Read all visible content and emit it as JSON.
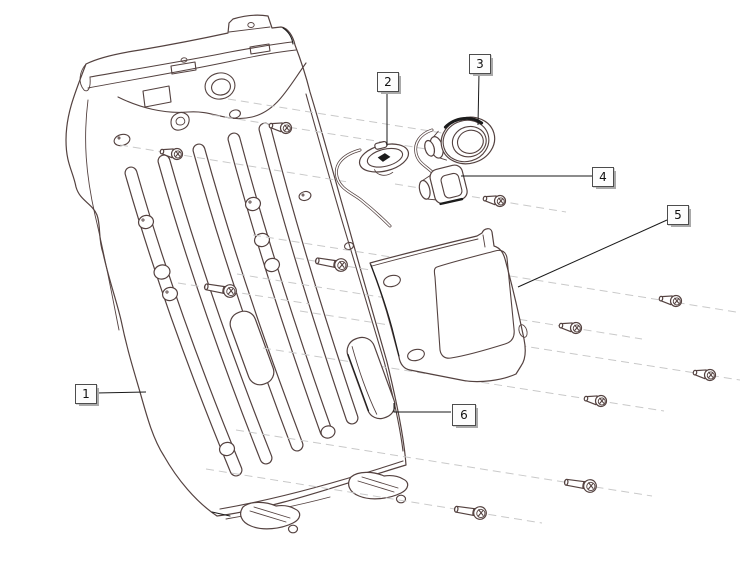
{
  "callouts": [
    {
      "label": "1"
    },
    {
      "label": "2"
    },
    {
      "label": "3"
    },
    {
      "label": "4"
    },
    {
      "label": "5"
    },
    {
      "label": "6"
    }
  ],
  "colors": {
    "background": "#ffffff",
    "line": "#544240",
    "line_dark": "#1c1c1c",
    "dashed_guide": "#c9c9c9",
    "leader": "#1a1a1a",
    "callout_bg": "#fdfdfd",
    "callout_border": "#4d4d4d",
    "callout_shadow": "#a9a9a9",
    "callout_text": "#111111"
  }
}
